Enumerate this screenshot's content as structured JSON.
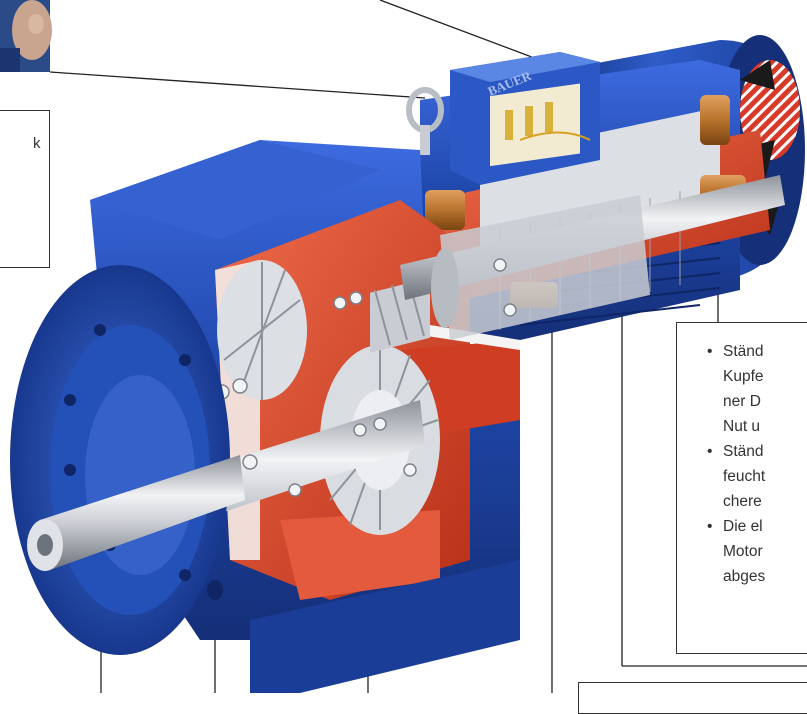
{
  "colors": {
    "housing_blue": "#1e46a8",
    "housing_light": "#4a78d8",
    "cut_red": "#d8452a",
    "steel": "#c9ccd2",
    "copper": "#b8732c",
    "leader_line": "#222222"
  },
  "brand_plate": "BAUER",
  "callouts": {
    "left_fragment": "k",
    "right_bullets": [
      {
        "lines": [
          "Ständ",
          "Kupfe",
          "ner D",
          "Nut u"
        ]
      },
      {
        "lines": [
          "Ständ",
          "feucht",
          "chere"
        ]
      },
      {
        "lines": [
          "Die el",
          "Motor",
          "abges"
        ]
      }
    ]
  },
  "icons": [
    "eye-bolt-icon",
    "fan-grille-icon",
    "portrait-photo-icon"
  ]
}
